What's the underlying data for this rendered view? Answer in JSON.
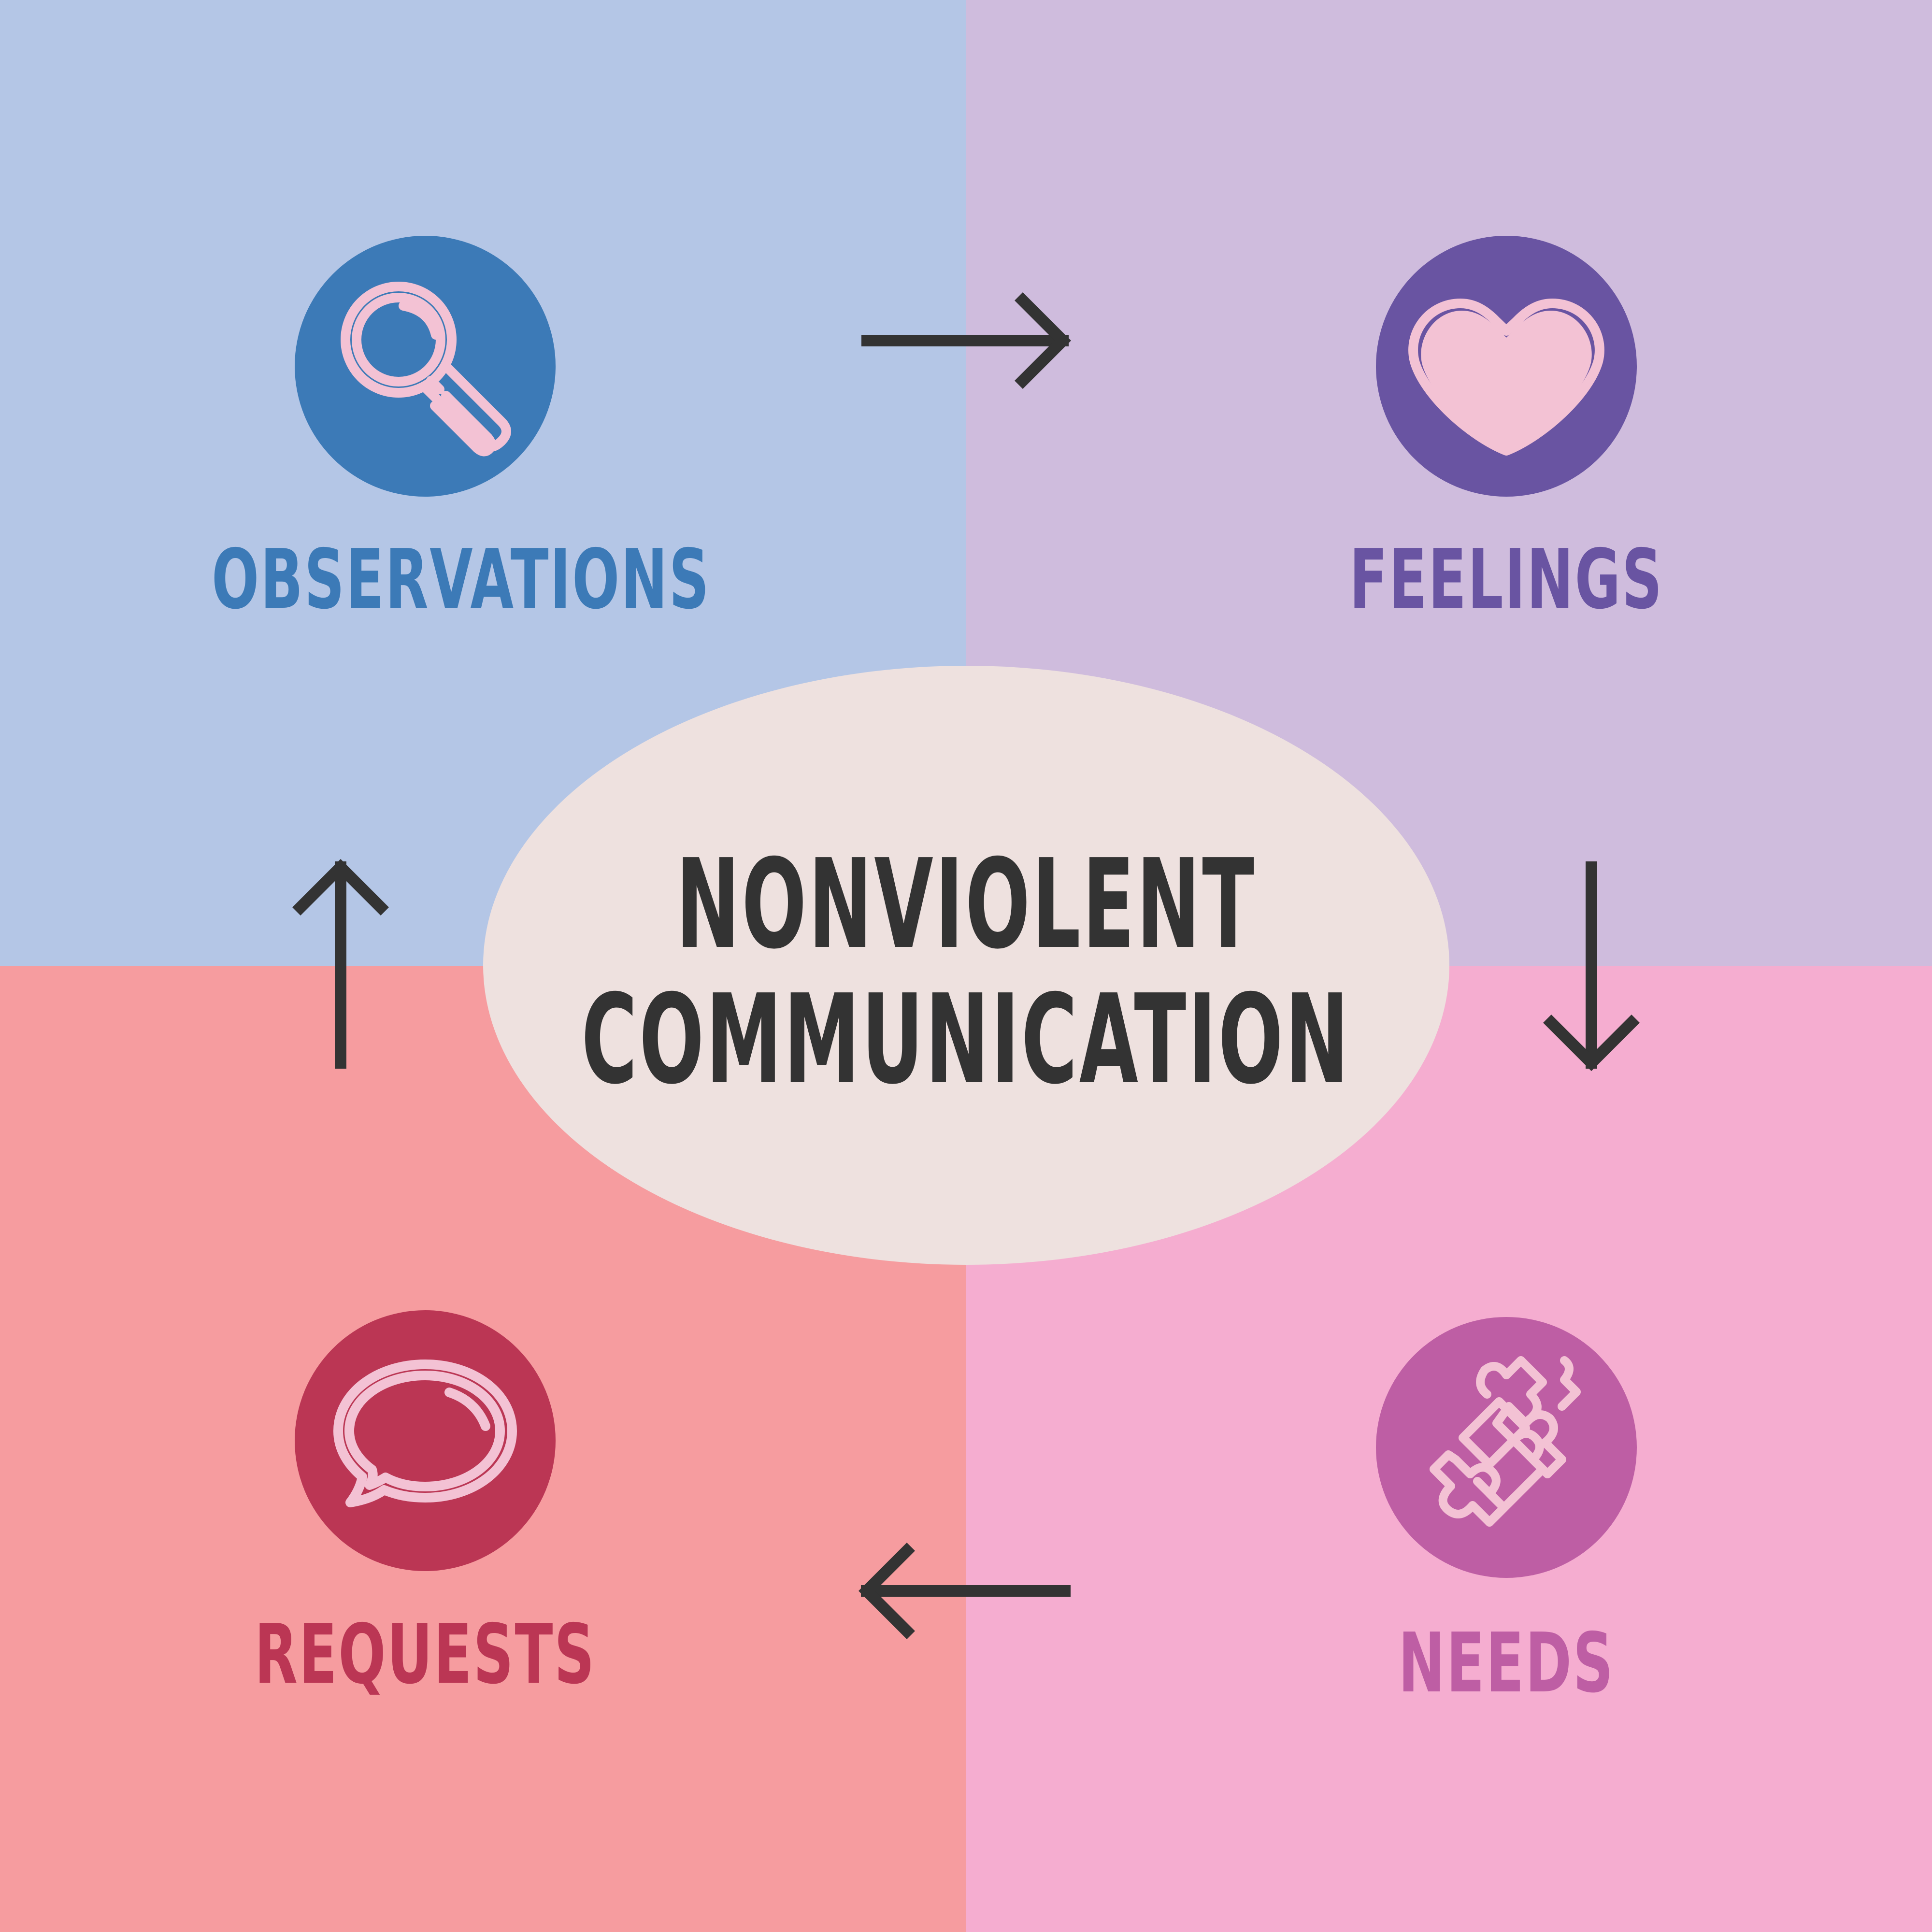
{
  "center": {
    "line1": "NONVIOLENT",
    "line2": "COMMUNICATION",
    "text_color": "#333333",
    "ellipse_color": "#EEE1DF"
  },
  "steps": {
    "observations": {
      "label": "OBSERVATIONS",
      "icon": "magnifying-glass-icon",
      "color": "#3C7AB7",
      "background": "#B4C6E6"
    },
    "feelings": {
      "label": "FEELINGS",
      "icon": "heart-icon",
      "color": "#6954A2",
      "background": "#CFBCDD"
    },
    "needs": {
      "label": "NEEDS",
      "icon": "puzzle-pieces-icon",
      "color": "#BE5EA4",
      "background": "#F5ADD0"
    },
    "requests": {
      "label": "REQUESTS",
      "icon": "speech-bubble-icon",
      "color": "#BB3654",
      "background": "#F69C9F"
    }
  },
  "icon_stroke_color": "#F3C2D4",
  "arrow_color": "#333333"
}
